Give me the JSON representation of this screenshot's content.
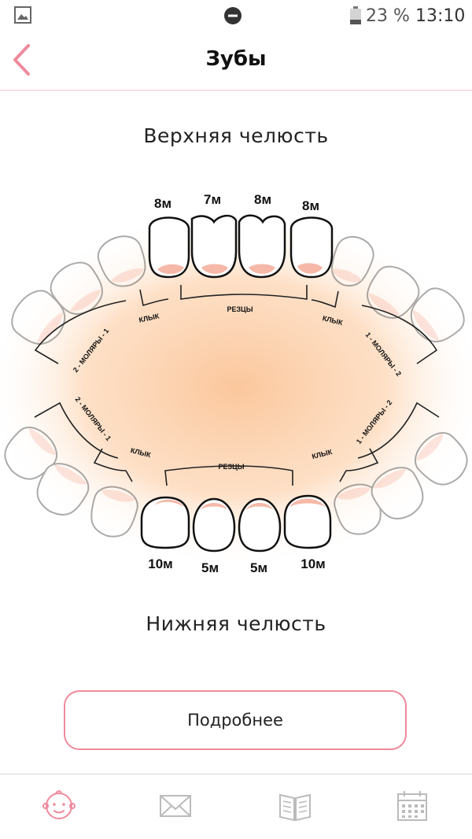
{
  "status_bar": {
    "battery": "23 %",
    "time": "13:10"
  },
  "header": {
    "title": "Зубы"
  },
  "upper_jaw": {
    "title": "Верхняя челюсть",
    "labels": {
      "incisors": "РЕЗЦЫ",
      "canine_left": "КЛЫК",
      "canine_right": "КЛЫК",
      "molars_left": "2 - МОЛЯРЫ - 1",
      "molars_right": "1 - МОЛЯРЫ - 2"
    },
    "ages": [
      "8м",
      "7м",
      "8м",
      "8м"
    ]
  },
  "lower_jaw": {
    "title": "Нижняя челюсть",
    "labels": {
      "incisors": "РЕЗЦЫ",
      "canine_left": "КЛЫК",
      "canine_right": "КЛЫК",
      "molars_left": "2 - МОЛЯРЫ - 1",
      "molars_right": "1 - МОЛЯРЫ - 2"
    },
    "ages": [
      "10м",
      "5м",
      "5м",
      "10м"
    ]
  },
  "details_button": {
    "label": "Подробнее"
  },
  "colors": {
    "accent": "#ef8a9c",
    "gum": "#f6b8a8",
    "glow": "#fbc79c"
  },
  "nav": [
    "baby-face-icon",
    "envelope-icon",
    "book-icon",
    "calendar-icon"
  ]
}
